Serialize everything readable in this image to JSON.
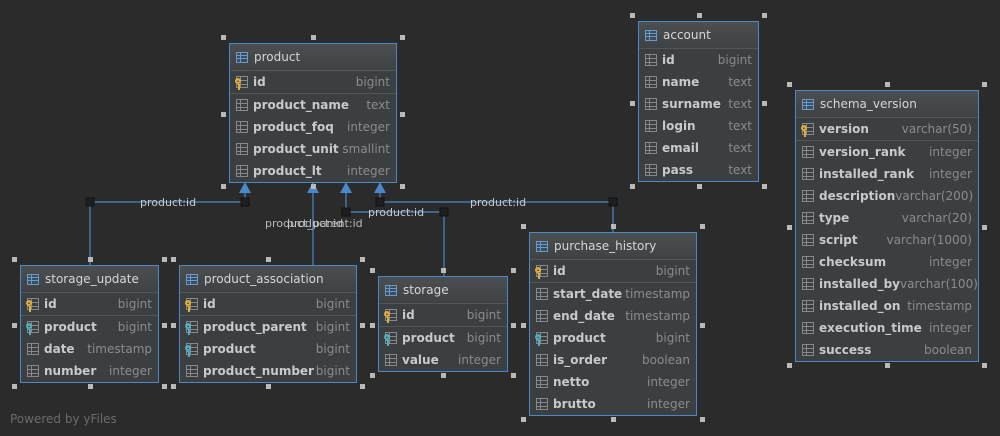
{
  "tables": {
    "product": {
      "name": "product",
      "columns": [
        {
          "name": "id",
          "type": "bigint",
          "key": "pk"
        },
        {
          "name": "product_name",
          "type": "text",
          "key": ""
        },
        {
          "name": "product_foq",
          "type": "integer",
          "key": ""
        },
        {
          "name": "product_unit",
          "type": "smallint",
          "key": ""
        },
        {
          "name": "product_lt",
          "type": "integer",
          "key": ""
        }
      ]
    },
    "account": {
      "name": "account",
      "columns": [
        {
          "name": "id",
          "type": "bigint",
          "key": ""
        },
        {
          "name": "name",
          "type": "text",
          "key": ""
        },
        {
          "name": "surname",
          "type": "text",
          "key": ""
        },
        {
          "name": "login",
          "type": "text",
          "key": ""
        },
        {
          "name": "email",
          "type": "text",
          "key": ""
        },
        {
          "name": "pass",
          "type": "text",
          "key": ""
        }
      ]
    },
    "schema_version": {
      "name": "schema_version",
      "columns": [
        {
          "name": "version",
          "type": "varchar(50)",
          "key": "pk"
        },
        {
          "name": "version_rank",
          "type": "integer",
          "key": ""
        },
        {
          "name": "installed_rank",
          "type": "integer",
          "key": ""
        },
        {
          "name": "description",
          "type": "varchar(200)",
          "key": ""
        },
        {
          "name": "type",
          "type": "varchar(20)",
          "key": ""
        },
        {
          "name": "script",
          "type": "varchar(1000)",
          "key": ""
        },
        {
          "name": "checksum",
          "type": "integer",
          "key": ""
        },
        {
          "name": "installed_by",
          "type": "varchar(100)",
          "key": ""
        },
        {
          "name": "installed_on",
          "type": "timestamp",
          "key": ""
        },
        {
          "name": "execution_time",
          "type": "integer",
          "key": ""
        },
        {
          "name": "success",
          "type": "boolean",
          "key": ""
        }
      ]
    },
    "storage_update": {
      "name": "storage_update",
      "columns": [
        {
          "name": "id",
          "type": "bigint",
          "key": "pk"
        },
        {
          "name": "product",
          "type": "bigint",
          "key": "fk"
        },
        {
          "name": "date",
          "type": "timestamp",
          "key": ""
        },
        {
          "name": "number",
          "type": "integer",
          "key": ""
        }
      ]
    },
    "product_association": {
      "name": "product_association",
      "columns": [
        {
          "name": "id",
          "type": "bigint",
          "key": "pk"
        },
        {
          "name": "product_parent",
          "type": "bigint",
          "key": "fk"
        },
        {
          "name": "product",
          "type": "bigint",
          "key": "fk"
        },
        {
          "name": "product_number",
          "type": "bigint",
          "key": ""
        }
      ]
    },
    "storage": {
      "name": "storage",
      "columns": [
        {
          "name": "id",
          "type": "bigint",
          "key": "pk"
        },
        {
          "name": "product",
          "type": "bigint",
          "key": "fk"
        },
        {
          "name": "value",
          "type": "integer",
          "key": ""
        }
      ]
    },
    "purchase_history": {
      "name": "purchase_history",
      "columns": [
        {
          "name": "id",
          "type": "bigint",
          "key": "pk"
        },
        {
          "name": "start_date",
          "type": "timestamp",
          "key": ""
        },
        {
          "name": "end_date",
          "type": "timestamp",
          "key": ""
        },
        {
          "name": "product",
          "type": "bigint",
          "key": "fk"
        },
        {
          "name": "is_order",
          "type": "boolean",
          "key": ""
        },
        {
          "name": "netto",
          "type": "integer",
          "key": ""
        },
        {
          "name": "brutto",
          "type": "integer",
          "key": ""
        }
      ]
    }
  },
  "edge_labels": {
    "storage_update": "product:id",
    "product_association_a": "product_parent:id",
    "product_association_b": "product:id",
    "storage": "product:id",
    "purchase_history": "product:id"
  },
  "colors": {
    "background": "#2b2b2b",
    "border": "#4a88c7",
    "edge": "#4a88c7",
    "primary_key": "#e0b036",
    "foreign_key": "#4fb0c6"
  },
  "footer": "Powered by yFiles"
}
